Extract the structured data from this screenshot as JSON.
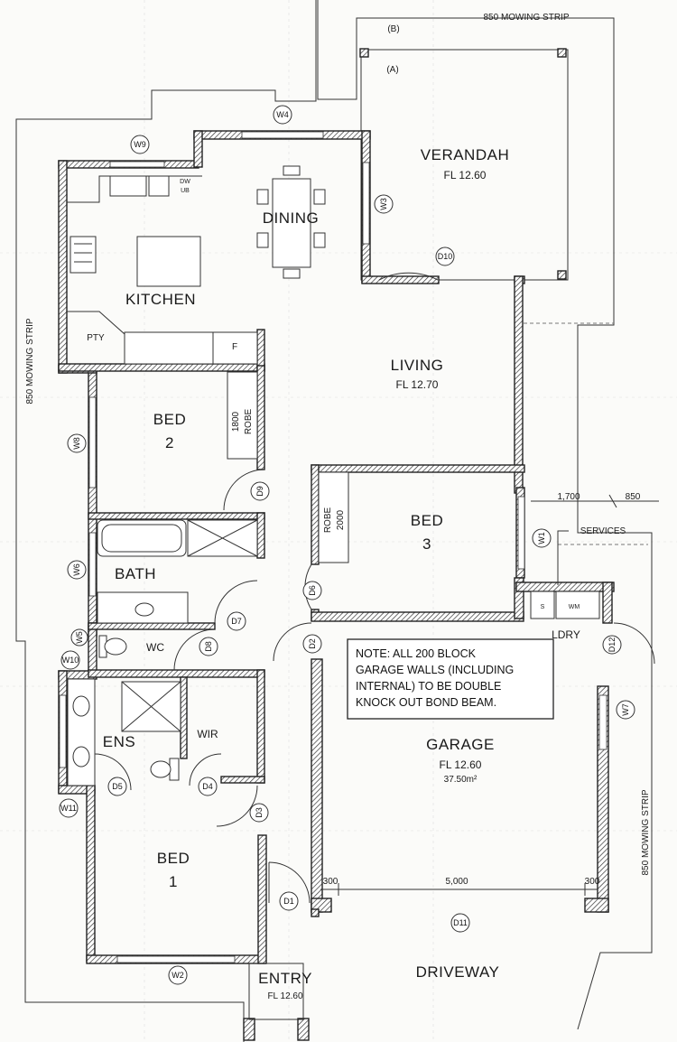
{
  "rooms": {
    "verandah": {
      "name": "VERANDAH",
      "level": "FL 12.60"
    },
    "dining": {
      "name": "DINING"
    },
    "kitchen": {
      "name": "KITCHEN"
    },
    "pantry": {
      "name": "PTY"
    },
    "fridge": {
      "name": "F"
    },
    "living": {
      "name": "LIVING",
      "level": "FL 12.70"
    },
    "bed2": {
      "name": "BED",
      "number": "2"
    },
    "bed3": {
      "name": "BED",
      "number": "3"
    },
    "bath": {
      "name": "BATH"
    },
    "wc": {
      "name": "WC"
    },
    "ens": {
      "name": "ENS"
    },
    "wir": {
      "name": "WIR"
    },
    "bed1": {
      "name": "BED",
      "number": "1"
    },
    "garage": {
      "name": "GARAGE",
      "level": "FL 12.60",
      "area": "37.50m²"
    },
    "laundry": {
      "name": "LDRY"
    },
    "entry": {
      "name": "ENTRY",
      "level": "FL 12.60"
    },
    "driveway": {
      "name": "DRIVEWAY"
    }
  },
  "fixtures": {
    "robe_bed2": {
      "size": "1800",
      "label": "ROBE"
    },
    "robe_bed3": {
      "size": "2000",
      "label": "ROBE"
    },
    "dishwasher": {
      "line1": "DW",
      "line2": "UB"
    },
    "sink": "S",
    "washing_machine": "WM",
    "services": "SERVICES"
  },
  "annotations": {
    "mowing_strip_top": "850 MOWING STRIP",
    "mowing_strip_left": "850 MOWING STRIP",
    "mowing_strip_right": "850 MOWING STRIP",
    "verandah_a": "(A)",
    "verandah_b": "(B)",
    "dim_1700": "1,700",
    "dim_850": "850",
    "dim_300_left": "300",
    "dim_5000": "5,000",
    "dim_300_right": "300"
  },
  "note": {
    "lines": [
      "NOTE:  ALL 200 BLOCK",
      "GARAGE WALLS (INCLUDING",
      "INTERNAL) TO BE DOUBLE",
      "KNOCK OUT BOND BEAM."
    ]
  },
  "windows": {
    "w1": "W1",
    "w2": "W2",
    "w3": "W3",
    "w4": "W4",
    "w5": "W5",
    "w6": "W6",
    "w7": "W7",
    "w8": "W8",
    "w9": "W9",
    "w10": "W10",
    "w11": "W11"
  },
  "doors": {
    "d1": "D1",
    "d2": "D2",
    "d3": "D3",
    "d4": "D4",
    "d5": "D5",
    "d6": "D6",
    "d7": "D7",
    "d8": "D8",
    "d9": "D9",
    "d10": "D10",
    "d11": "D11",
    "d12": "D12"
  }
}
